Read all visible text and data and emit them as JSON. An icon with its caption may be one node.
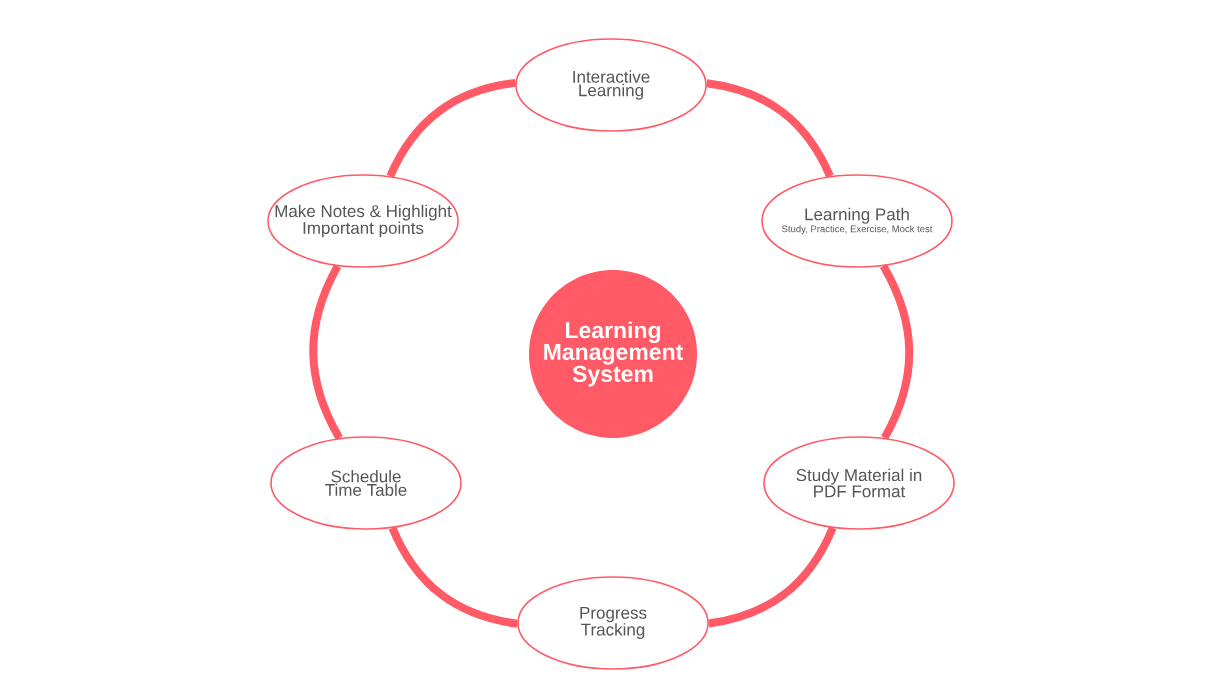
{
  "diagram": {
    "nodes": [
      {
        "text": [
          "Interactive Learning"
        ]
      },
      {
        "text": [
          "Make Notes & Highlight Important points"
        ]
      },
      {
        "text": [
          "Learning Path",
          "Study, Practice, Exercise, Mock test"
        ]
      },
      {
        "text": [
          "Learning Management System"
        ]
      },
      {
        "text": [
          "Schedule Time Table"
        ]
      },
      {
        "text": [
          "Study Material in PDF Format"
        ]
      },
      {
        "text": [
          "Progress Tracking"
        ]
      }
    ],
    "edges": [
      {
        "from": 0,
        "to": 2,
        "arrow": "none"
      },
      {
        "from": 2,
        "to": 5,
        "arrow": "none"
      },
      {
        "from": 5,
        "to": 6,
        "arrow": "none"
      },
      {
        "from": 6,
        "to": 4,
        "arrow": "none"
      },
      {
        "from": 4,
        "to": 1,
        "arrow": "none"
      },
      {
        "from": 1,
        "to": 0,
        "arrow": "none"
      }
    ]
  }
}
